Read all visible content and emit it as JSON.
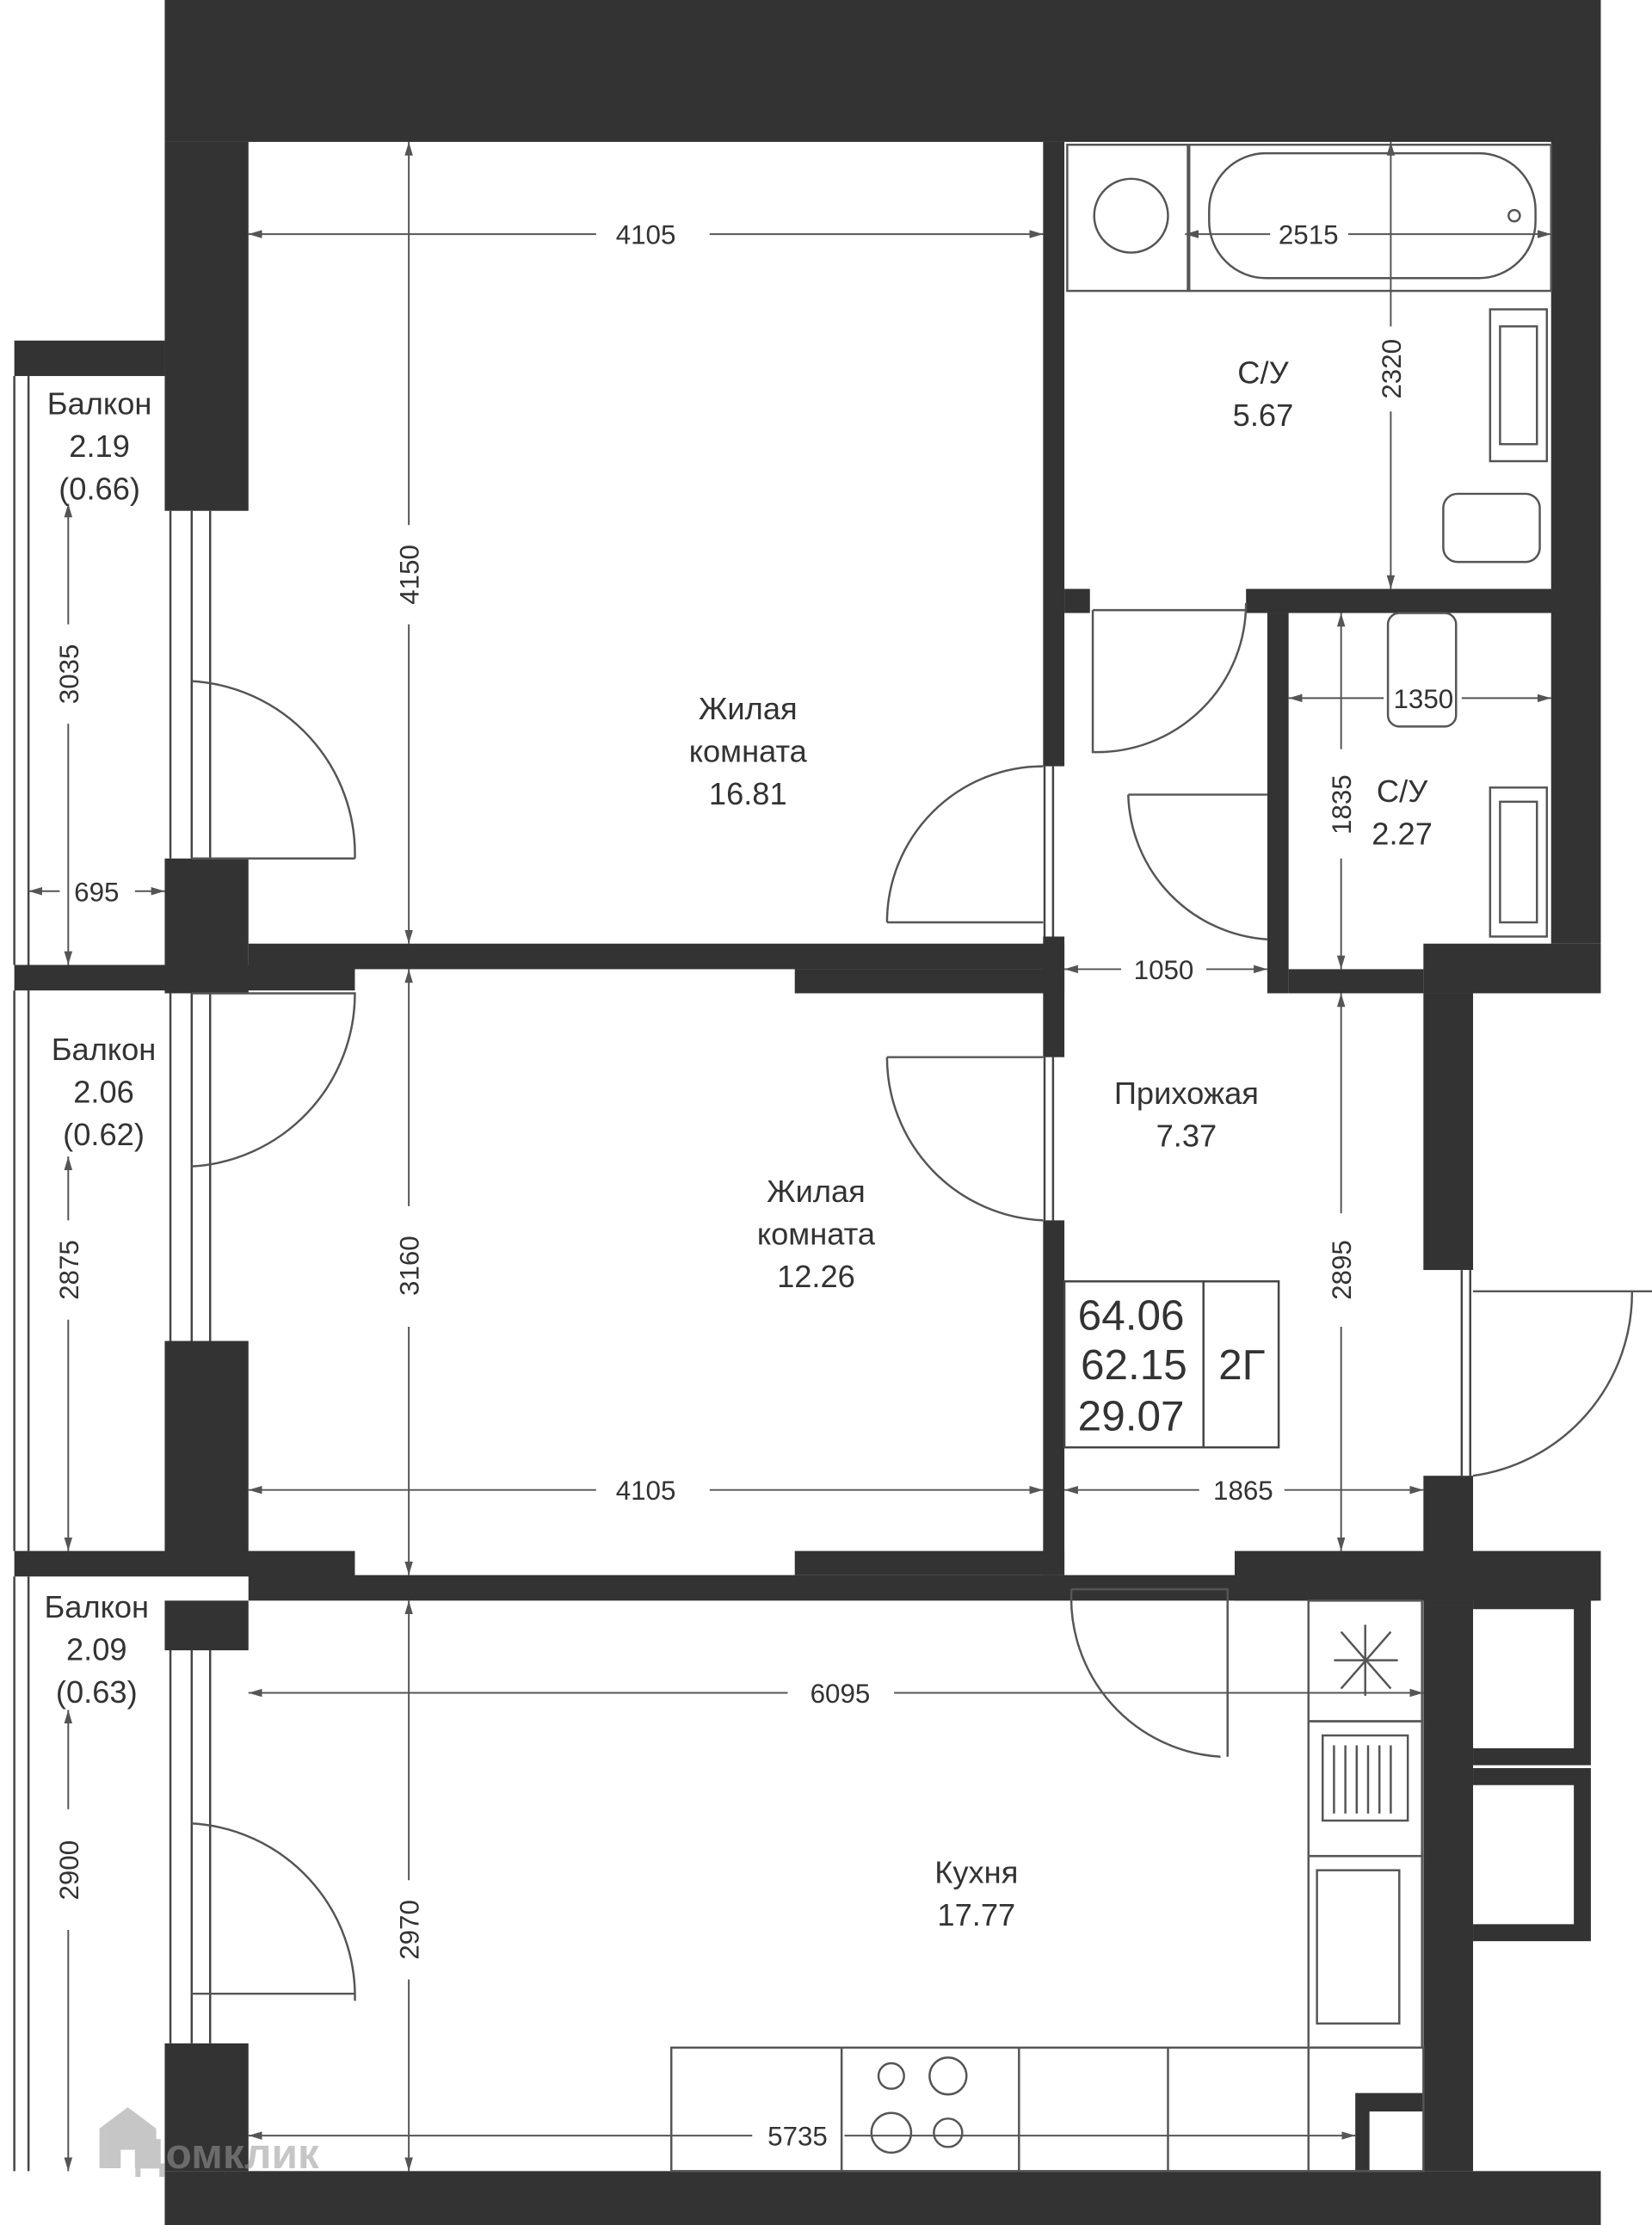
{
  "rooms": {
    "living1": {
      "name_1": "Жилая",
      "name_2": "комната",
      "area": "16.81"
    },
    "living2": {
      "name_1": "Жилая",
      "name_2": "комната",
      "area": "12.26"
    },
    "kitchen": {
      "name": "Кухня",
      "area": "17.77"
    },
    "hall": {
      "name": "Прихожая",
      "area": "7.37"
    },
    "bath1": {
      "name": "С/У",
      "area": "5.67"
    },
    "bath2": {
      "name": "С/У",
      "area": "2.27"
    },
    "balcony1": {
      "name": "Балкон",
      "area": "2.19",
      "reduced": "(0.66)"
    },
    "balcony2": {
      "name": "Балкон",
      "area": "2.06",
      "reduced": "(0.62)"
    },
    "balcony3": {
      "name": "Балкон",
      "area": "2.09",
      "reduced": "(0.63)"
    }
  },
  "dimensions": {
    "living1_width": "4105",
    "living1_height": "4150",
    "living2_width": "4105",
    "living2_height": "3160",
    "kitchen_width": "6095",
    "kitchen_height": "2970",
    "kitchen_bottom": "5735",
    "bath1_width": "2515",
    "bath1_height": "2320",
    "bath2_width": "1350",
    "bath2_height": "1835",
    "corridor_width": "1050",
    "hall_width": "1865",
    "hall_height": "2895",
    "balcony1_height": "3035",
    "balcony1_width": "695",
    "balcony2_height": "2875",
    "balcony3_height": "2900"
  },
  "summary": {
    "total": "64.06",
    "living_total": "62.15",
    "living": "29.07",
    "type": "2Г"
  },
  "watermark": "Домклик",
  "colors": {
    "wall": "#333333",
    "line": "#555555"
  }
}
